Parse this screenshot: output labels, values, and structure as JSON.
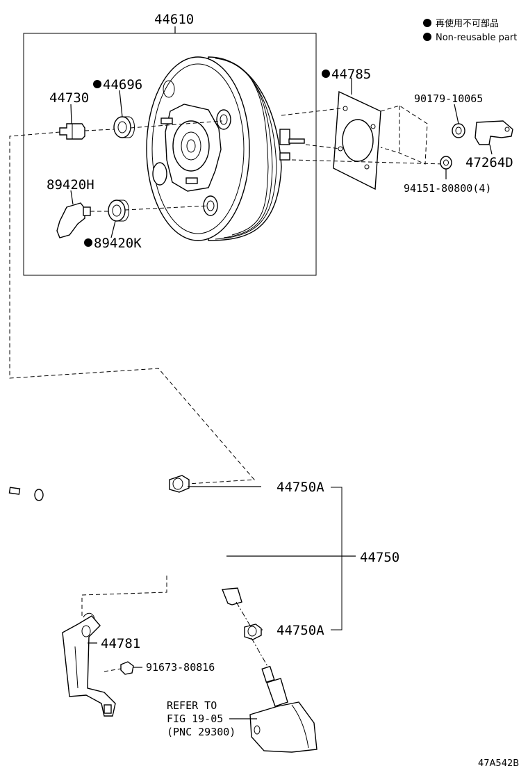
{
  "legend": {
    "marker": "●",
    "line_jp": "再使用不可部品",
    "line_en": "Non-reusable part"
  },
  "parts": {
    "p44610": "44610",
    "p44696": "44696",
    "p44730": "44730",
    "p44785": "44785",
    "p90179": "90179-10065",
    "p47264D": "47264D",
    "p94151": "94151-80800(4)",
    "p89420H": "89420H",
    "p89420K": "89420K",
    "p44750A_top": "44750A",
    "p44750": "44750",
    "p44750A_bottom": "44750A",
    "p44781": "44781",
    "p91673": "91673-80816"
  },
  "refer": {
    "line1": "REFER TO",
    "line2": "FIG 19-05",
    "line3": "(PNC 29300)"
  },
  "figure_code": "47A542B"
}
